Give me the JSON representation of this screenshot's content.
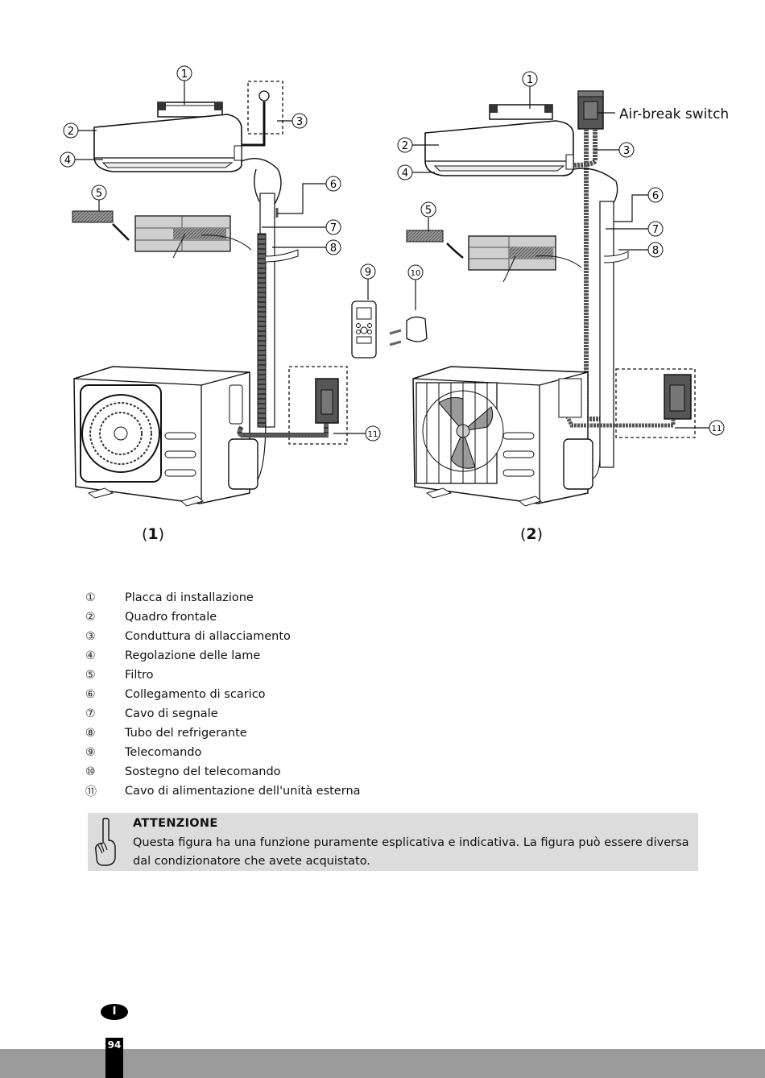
{
  "figure": {
    "captions": [
      {
        "open": "(",
        "num": "1",
        "close": ")"
      },
      {
        "open": "(",
        "num": "2",
        "close": ")"
      }
    ],
    "air_break_label": "Air-break switch",
    "callouts": [
      "1",
      "2",
      "3",
      "4",
      "5",
      "6",
      "7",
      "8",
      "9",
      "10",
      "11"
    ]
  },
  "legend": [
    {
      "num": "①",
      "text": "Placca di installazione"
    },
    {
      "num": "②",
      "text": "Quadro frontale"
    },
    {
      "num": "③",
      "text": "Conduttura di allacciamento"
    },
    {
      "num": "④",
      "text": "Regolazione delle lame"
    },
    {
      "num": "⑤",
      "text": "Filtro"
    },
    {
      "num": "⑥",
      "text": "Collegamento di scarico"
    },
    {
      "num": "⑦",
      "text": "Cavo di segnale"
    },
    {
      "num": "⑧",
      "text": "Tubo del refrigerante"
    },
    {
      "num": "⑨",
      "text": "Telecomando"
    },
    {
      "num": "⑩",
      "text": "Sostegno del telecomando"
    },
    {
      "num": "⑪",
      "text": "Cavo di alimentazione dell'unità esterna"
    }
  ],
  "note": {
    "icon": "pointing-hand-icon",
    "title": "ATTENZIONE",
    "body": "Questa figura ha una funzione puramente esplicativa e indicativa. La figura può essere diversa dal condizionatore che avete acquistato."
  },
  "footer": {
    "language": "I",
    "page_number": "94"
  }
}
